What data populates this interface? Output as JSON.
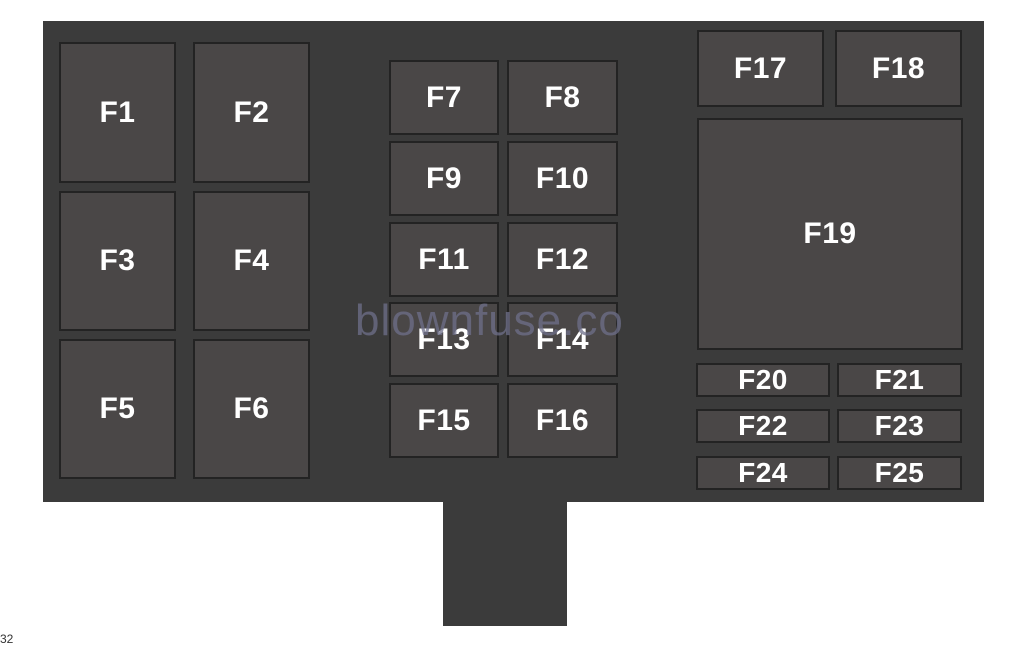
{
  "fuses": {
    "f1": "F1",
    "f2": "F2",
    "f3": "F3",
    "f4": "F4",
    "f5": "F5",
    "f6": "F6",
    "f7": "F7",
    "f8": "F8",
    "f9": "F9",
    "f10": "F10",
    "f11": "F11",
    "f12": "F12",
    "f13": "F13",
    "f14": "F14",
    "f15": "F15",
    "f16": "F16",
    "f17": "F17",
    "f18": "F18",
    "f19": "F19",
    "f20": "F20",
    "f21": "F21",
    "f22": "F22",
    "f23": "F23",
    "f24": "F24",
    "f25": "F25"
  },
  "watermark": "blownfuse.co",
  "corner_label": "32",
  "colors": {
    "panel": "#3b3b3b",
    "fuse_fill": "#4a4747",
    "fuse_border": "#232323",
    "label": "#ffffff"
  }
}
